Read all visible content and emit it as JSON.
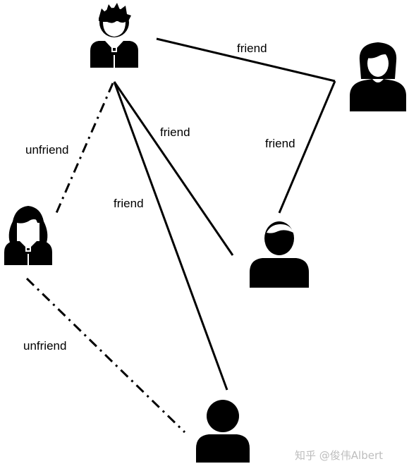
{
  "nodes": [
    {
      "id": "man-top",
      "icon": "man-with-bowtie-icon"
    },
    {
      "id": "woman-right",
      "icon": "woman-icon"
    },
    {
      "id": "woman-left",
      "icon": "woman-with-bowtie-icon"
    },
    {
      "id": "man-mid-right",
      "icon": "man-icon"
    },
    {
      "id": "person-bottom",
      "icon": "person-icon"
    }
  ],
  "edges": [
    {
      "from": "man-top",
      "to": "woman-right",
      "label": "friend",
      "style": "solid"
    },
    {
      "from": "woman-right",
      "to": "man-mid-right",
      "label": "friend",
      "style": "solid"
    },
    {
      "from": "man-top",
      "to": "man-mid-right",
      "label": "friend",
      "style": "solid"
    },
    {
      "from": "man-top",
      "to": "person-bottom",
      "label": "friend",
      "style": "solid"
    },
    {
      "from": "man-top",
      "to": "woman-left",
      "label": "unfriend",
      "style": "dash-dot"
    },
    {
      "from": "woman-left",
      "to": "person-bottom",
      "label": "unfriend",
      "style": "dash-dot"
    }
  ],
  "watermark": "知乎 @俊伟Albert",
  "colors": {
    "foreground": "#000000",
    "background": "#ffffff",
    "watermark": "#bdbdbd"
  }
}
